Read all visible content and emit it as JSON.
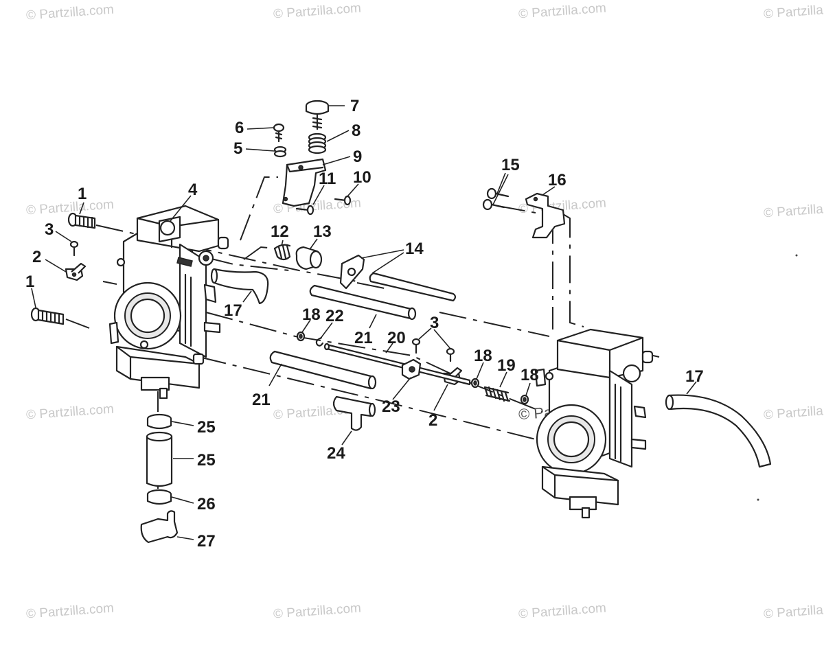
{
  "watermark": "© Partzilla.com",
  "callouts": [
    "1",
    "1",
    "2",
    "2",
    "3",
    "3",
    "4",
    "5",
    "6",
    "7",
    "8",
    "9",
    "10",
    "11",
    "12",
    "13",
    "14",
    "15",
    "16",
    "17",
    "17",
    "18",
    "18",
    "18",
    "19",
    "20",
    "21",
    "21",
    "22",
    "23",
    "24",
    "25",
    "25",
    "26",
    "27"
  ]
}
